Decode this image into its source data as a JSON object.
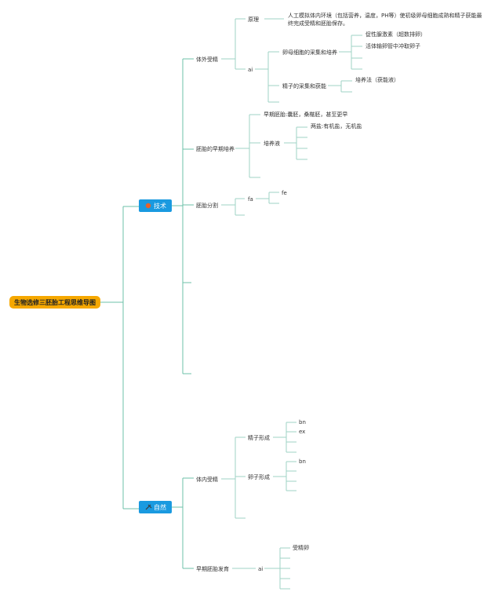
{
  "root": {
    "label": "生物选修三胚胎工程思维导图"
  },
  "tech": {
    "label": "技术",
    "icon_color": "#e8622a",
    "ivf": {
      "label": "体外受精",
      "principle": {
        "label": "原理",
        "text1": "人工模拟体内环境（包括营养，温度，PH等）使初级卵母细胞成熟和精子获能最",
        "text2": "终完成受精和胚胎保存。"
      },
      "ai": {
        "label": "ai",
        "oocyte": {
          "label": "卵母细胞的采集和培养",
          "item1": "促性腺激素（超数排卵）",
          "item2": "活体输卵管中冲取卵子"
        },
        "sperm": {
          "label": "精子的采集和获能",
          "item1": "培养法（获能液）"
        }
      }
    },
    "early": {
      "label": "胚胎的早期培养",
      "item1": "早期胚胎:囊胚，桑椹胚，甚至更早",
      "medium": {
        "label": "培养液",
        "item1": "两盐:有机盐，无机盐"
      }
    },
    "split": {
      "label": "胚胎分割",
      "fa": "fa",
      "fe": "fe"
    }
  },
  "nature": {
    "label": "自然",
    "icon_color": "#3a3a3a",
    "invivo": {
      "label": "体内受精",
      "sperm_form": {
        "label": "精子形成",
        "item1": "bn",
        "item2": "ex"
      },
      "egg_form": {
        "label": "卵子形成",
        "item1": "bn"
      }
    },
    "dev": {
      "label": "早期胚胎发育",
      "ai": "ai",
      "item1": "受精卵"
    }
  },
  "colors": {
    "root_fill": "#f6a800",
    "main_fill": "#1a9ae0",
    "line": "#9fd3c5"
  }
}
